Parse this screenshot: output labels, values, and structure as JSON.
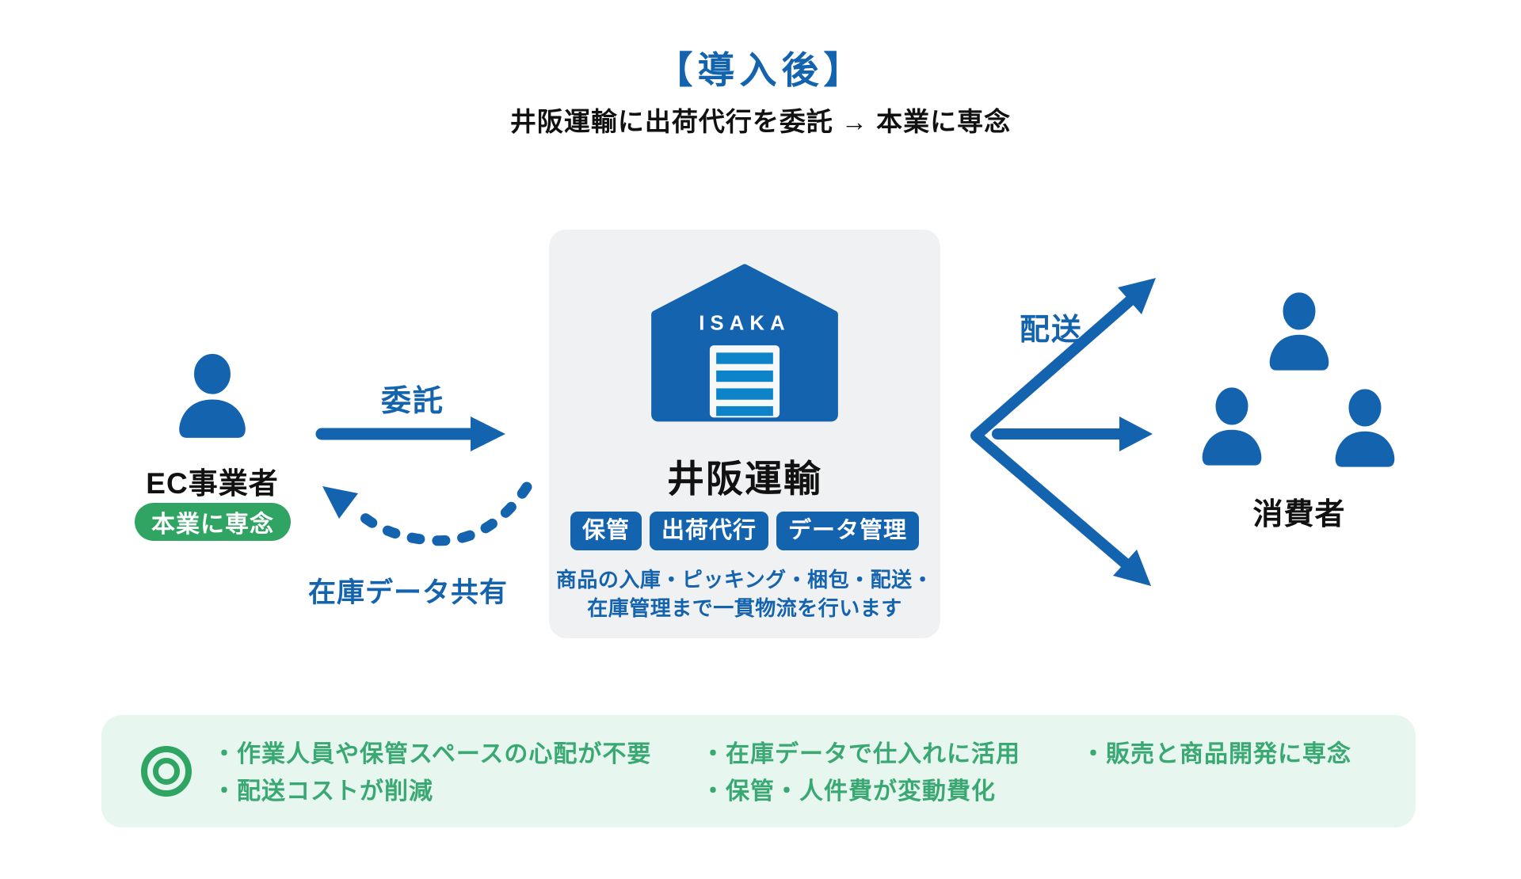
{
  "colors": {
    "primary_blue": "#1463ae",
    "door_blue": "#0d84c9",
    "green": "#2fa463",
    "green_text": "#3aa873",
    "green_bg": "#e7f6ee",
    "card_bg": "#f0f1f2"
  },
  "header": {
    "title": "【導入後】",
    "subtitle": "井阪運輸に出荷代行を委託 → 本業に専念"
  },
  "left": {
    "label": "EC事業者",
    "badge": "本業に専念"
  },
  "arrows": {
    "commission_label": "委託",
    "inventory_label": "在庫データ共有",
    "delivery_label": "配送"
  },
  "center": {
    "building_sign": "ISAKA",
    "name": "井阪運輸",
    "tags": [
      "保管",
      "出荷代行",
      "データ管理"
    ],
    "description_line1": "商品の入庫・ピッキング・梱包・配送・",
    "description_line2": "在庫管理まで一貫物流を行います"
  },
  "right": {
    "label": "消費者"
  },
  "benefits": {
    "col1": [
      "・作業人員や保管スペースの心配が不要",
      "・配送コストが削減"
    ],
    "col2": [
      "・在庫データで仕入れに活用",
      "・保管・人件費が変動費化"
    ],
    "col3": [
      "・販売と商品開発に専念"
    ]
  }
}
